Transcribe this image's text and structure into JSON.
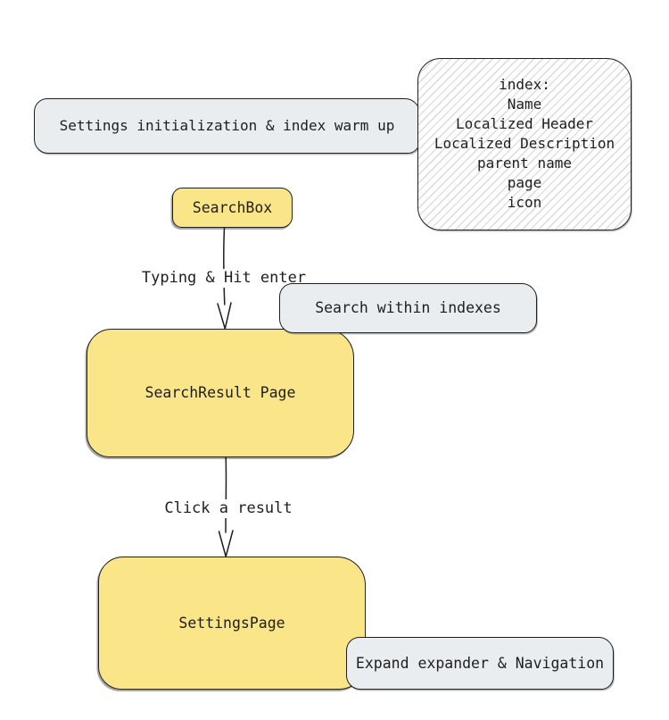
{
  "diagram": {
    "nodes": {
      "settings_init": {
        "label": "Settings initialization & index warm up",
        "style": "gray"
      },
      "index_details": {
        "style": "hatched",
        "lines": [
          "index:",
          "Name",
          "Localized Header",
          "Localized Description",
          "parent name",
          "page",
          "icon"
        ]
      },
      "search_box": {
        "label": "SearchBox",
        "style": "yellow"
      },
      "search_within": {
        "label": "Search within indexes",
        "style": "gray"
      },
      "search_result": {
        "label": "SearchResult Page",
        "style": "yellow"
      },
      "settings_page": {
        "label": "SettingsPage",
        "style": "yellow"
      },
      "expand_nav": {
        "label": "Expand expander & Navigation",
        "style": "gray"
      }
    },
    "edges": {
      "typing": {
        "label": "Typing & Hit enter",
        "from": "search_box",
        "to": "search_result"
      },
      "click_result": {
        "label": "Click a result",
        "from": "search_result",
        "to": "settings_page"
      }
    },
    "colors": {
      "yellow_fill": "#fae588",
      "gray_fill": "#e9edf0",
      "hatch_line": "#d9d9d9",
      "stroke": "#1e1e1e",
      "text": "#1e1e1e",
      "background": "#ffffff"
    }
  }
}
